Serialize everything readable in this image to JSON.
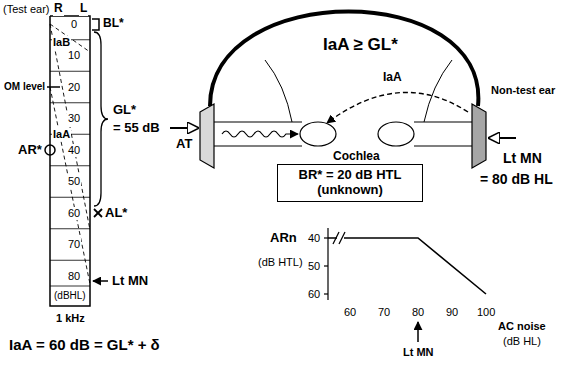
{
  "diagram": {
    "nodes": [
      {
        "text": [
          "BR* = 20 dB HTL (unknown)"
        ]
      }
    ],
    "labels": [
      "(Test ear)",
      "R",
      "L",
      "0",
      "10",
      "20",
      "30",
      "40",
      "50",
      "60",
      "70",
      "80",
      "(dBHL)",
      "1 kHz",
      "IaB",
      "IaA",
      "OM level",
      "AR*",
      "BL*",
      "GL*",
      "= 55 dB",
      "AL*",
      "Lt MN",
      "IaA = 60 dB = GL* + δ",
      "IaA ≥ GL*",
      "IaA",
      "Non-test ear",
      "AT",
      "Cochlea",
      "Lt MN",
      "= 80 dB HL",
      "ARn",
      "(dB HTL)",
      "40",
      "50",
      "60",
      "60",
      "70",
      "80",
      "90",
      "100",
      "Lt MN",
      "AC noise",
      "(dB HL)"
    ]
  }
}
